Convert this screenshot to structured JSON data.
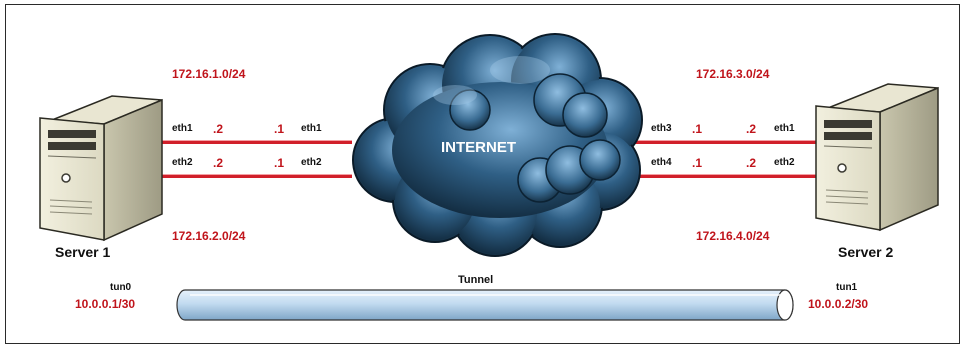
{
  "colors": {
    "link_line": "#d11f2a",
    "ip_text": "#c0141b",
    "cloud_dark": "#0d2638",
    "cloud_light": "#6f9fc4",
    "tunnel": "#bdd7ee"
  },
  "cloud": {
    "label": "INTERNET"
  },
  "server1": {
    "name": "Server 1",
    "tun_iface": "tun0",
    "tun_ip": "10.0.0.1/30",
    "links": [
      {
        "net": "172.16.1.0/24",
        "server_iface": "eth1",
        "server_oct": ".2",
        "isp_oct": ".1",
        "isp_iface": "eth1"
      },
      {
        "net": "172.16.2.0/24",
        "server_iface": "eth2",
        "server_oct": ".2",
        "isp_oct": ".1",
        "isp_iface": "eth2"
      }
    ]
  },
  "server2": {
    "name": "Server 2",
    "tun_iface": "tun1",
    "tun_ip": "10.0.0.2/30",
    "links": [
      {
        "net": "172.16.3.0/24",
        "isp_iface": "eth3",
        "isp_oct": ".1",
        "server_oct": ".2",
        "server_iface": "eth1"
      },
      {
        "net": "172.16.4.0/24",
        "isp_iface": "eth4",
        "isp_oct": ".1",
        "server_oct": ".2",
        "server_iface": "eth2"
      }
    ]
  },
  "tunnel": {
    "label": "Tunnel"
  }
}
